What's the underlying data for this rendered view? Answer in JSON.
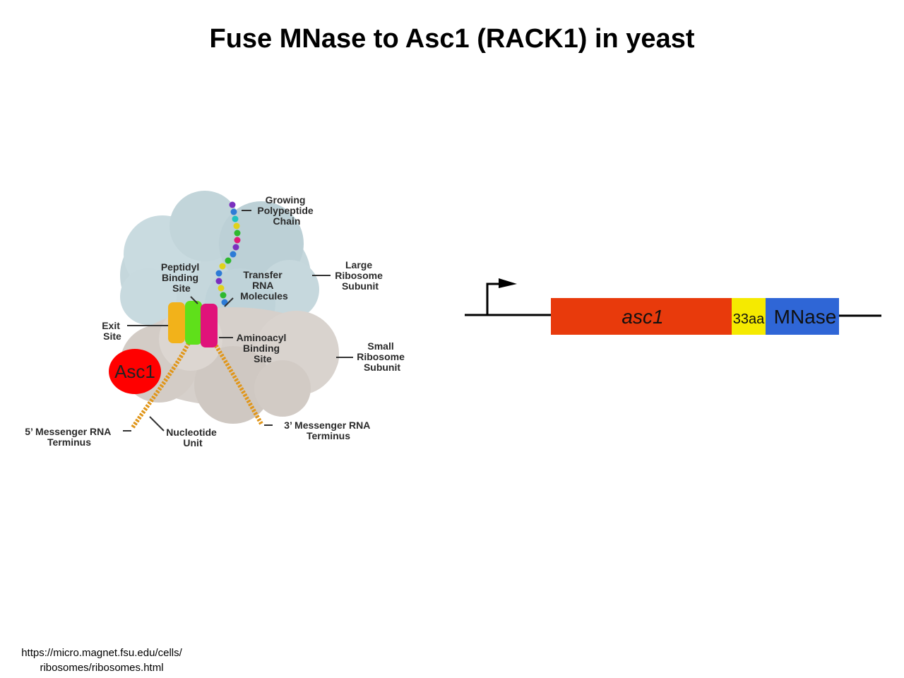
{
  "title": "Fuse MNase to Asc1 (RACK1) in yeast",
  "ribosome": {
    "labels": {
      "growing": [
        "Growing",
        "Polypeptide",
        "Chain"
      ],
      "large": [
        "Large",
        "Ribosome",
        "Subunit"
      ],
      "peptidyl": [
        "Peptidyl",
        "Binding",
        "Site"
      ],
      "trna": [
        "Transfer",
        "RNA",
        "Molecules"
      ],
      "exit": [
        "Exit",
        "Site"
      ],
      "aminoacyl": [
        "Aminoacyl",
        "Binding",
        "Site"
      ],
      "small": [
        "Small",
        "Ribosome",
        "Subunit"
      ],
      "five_prime": [
        "5’ Messenger RNA",
        "Terminus"
      ],
      "nucleotide": [
        "Nucleotide",
        "Unit"
      ],
      "three_prime": [
        "3’ Messenger RNA",
        "Terminus"
      ]
    },
    "asc1_label": "Asc1",
    "colors": {
      "large_subunit": "#c5d7dc",
      "small_subunit": "#d6d0cb",
      "asc1": "#ff0000",
      "mrna": "#e0961a"
    }
  },
  "construct": {
    "gene": "asc1",
    "linker": "33aa",
    "tag": "MNase",
    "colors": {
      "gene": "#e83a0c",
      "linker": "#f5ea00",
      "tag": "#2f66d6"
    }
  },
  "source": {
    "line1": "https://micro.magnet.fsu.edu/cells/",
    "line2": "ribosomes/ribosomes.html"
  }
}
